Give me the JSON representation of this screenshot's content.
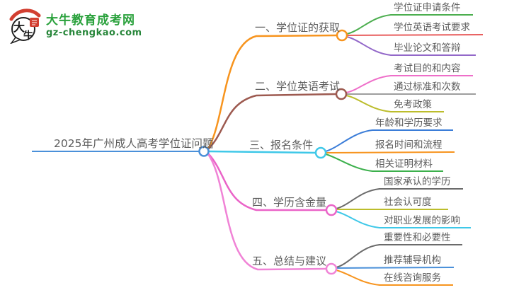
{
  "logo": {
    "title": "大牛教育成考网",
    "domain": "gz-chengkao.com",
    "icon_char_top": "大",
    "icon_char_bottom": "牛",
    "colors": {
      "title_green": "#2aa13c",
      "domain_green": "#27863a",
      "seal_red": "#d23f31",
      "outline_dark": "#222222"
    }
  },
  "mindmap": {
    "root": {
      "label": "2025年广州成人高考学位证问题",
      "color": "#4a90d9"
    },
    "branches": [
      {
        "label": "一、学位证的获取",
        "color": "#f7941e",
        "children": [
          {
            "label": "学位证申请条件",
            "color": "#4cae4f"
          },
          {
            "label": "学位英语考试要求",
            "color": "#e85e5e"
          },
          {
            "label": "毕业论文和答辩",
            "color": "#9368c9"
          }
        ]
      },
      {
        "label": "二、学位英语考试",
        "color": "#9d5a50",
        "children": [
          {
            "label": "考试目的和内容",
            "color": "#ee6fc9"
          },
          {
            "label": "通过标准和次数",
            "color": "#9e9e9e"
          },
          {
            "label": "免考政策",
            "color": "#bcbd2c"
          }
        ]
      },
      {
        "label": "三、报名条件",
        "color": "#3fc8e8",
        "children": [
          {
            "label": "年龄和学历要求",
            "color": "#3b7dd8"
          },
          {
            "label": "报名时间和流程",
            "color": "#f7941e"
          },
          {
            "label": "相关证明材料",
            "color": "#3cb04c"
          }
        ]
      },
      {
        "label": "四、学历含金量",
        "color": "#ea64c8",
        "children": [
          {
            "label": "国家承认的学历",
            "color": "#6b6b6b"
          },
          {
            "label": "社会认可度",
            "color": "#bcbd2c"
          },
          {
            "label": "对职业发展的影响",
            "color": "#3fc8e8"
          }
        ]
      },
      {
        "label": "五、总结与建议",
        "color": "#f083d6",
        "children": [
          {
            "label": "重要性和必要性",
            "color": "#6b6b6b"
          },
          {
            "label": "推荐辅导机构",
            "color": "#4a90d9"
          },
          {
            "label": "在线咨询服务",
            "color": "#f7941e"
          }
        ]
      }
    ]
  }
}
